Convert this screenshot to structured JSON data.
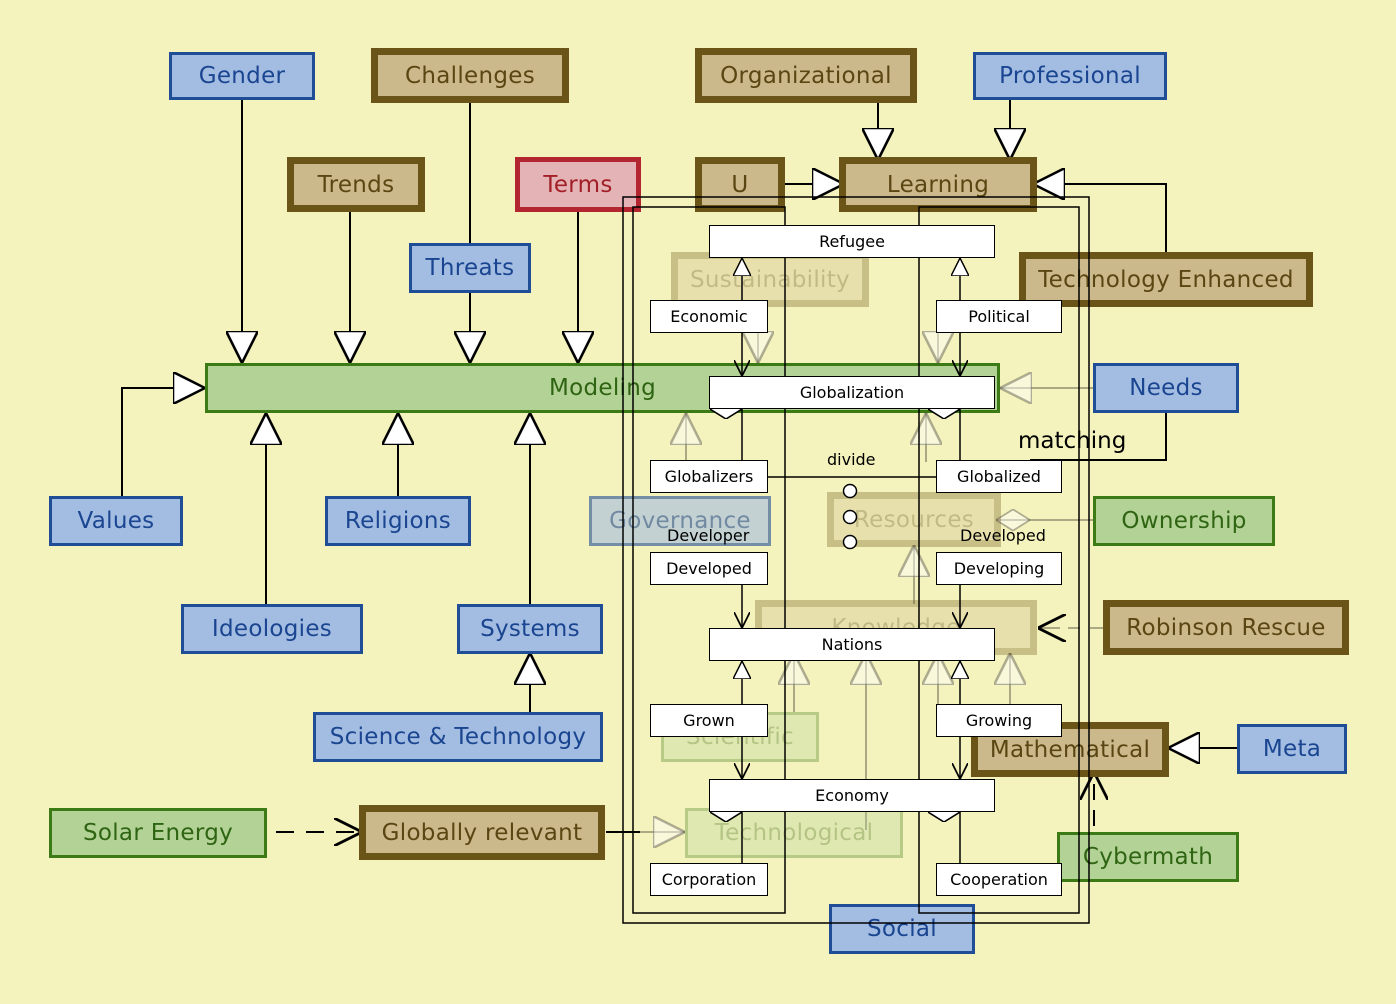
{
  "concepts": {
    "gender": "Gender",
    "challenges": "Challenges",
    "organizational": "Organizational",
    "professional": "Professional",
    "trends": "Trends",
    "terms": "Terms",
    "u": "U",
    "learning": "Learning",
    "threats": "Threats",
    "sustainability": "Sustainability",
    "technology_enhanced": "Technology Enhanced",
    "modeling": "Modeling",
    "needs": "Needs",
    "values": "Values",
    "religions": "Religions",
    "governance": "Governance",
    "resources": "Resources",
    "ownership": "Ownership",
    "ideologies": "Ideologies",
    "systems": "Systems",
    "knowledge": "Knowledge",
    "robinson_rescue": "Robinson Rescue",
    "science_technology": "Science & Technology",
    "scientific": "Scientific",
    "mathematical": "Mathematical",
    "meta": "Meta",
    "solar_energy": "Solar Energy",
    "globally_relevant": "Globally relevant",
    "technological": "Technological",
    "cybermath": "Cybermath",
    "social": "Social"
  },
  "link_labels": {
    "matching": "matching"
  },
  "model": {
    "refugee": "Refugee",
    "economic": "Economic",
    "political": "Political",
    "globalization": "Globalization",
    "globalizers": "Globalizers",
    "globalized": "Globalized",
    "divide": "divide",
    "developer": "Developer",
    "developed_role": "Developed",
    "developed": "Developed",
    "developing": "Developing",
    "nations": "Nations",
    "grown": "Grown",
    "growing": "Growing",
    "economy": "Economy",
    "corporation": "Corporation",
    "cooperation": "Cooperation"
  },
  "colors": {
    "background": "#f5f3bd",
    "blue_fill": "#a3bce2",
    "blue_border": "#1f4e96",
    "brown_fill": "#cbb98c",
    "brown_border": "#6b5417",
    "green_fill": "#b2d296",
    "green_border": "#3b7a14",
    "red_fill": "#e4b3b6",
    "red_border": "#b3262f"
  }
}
